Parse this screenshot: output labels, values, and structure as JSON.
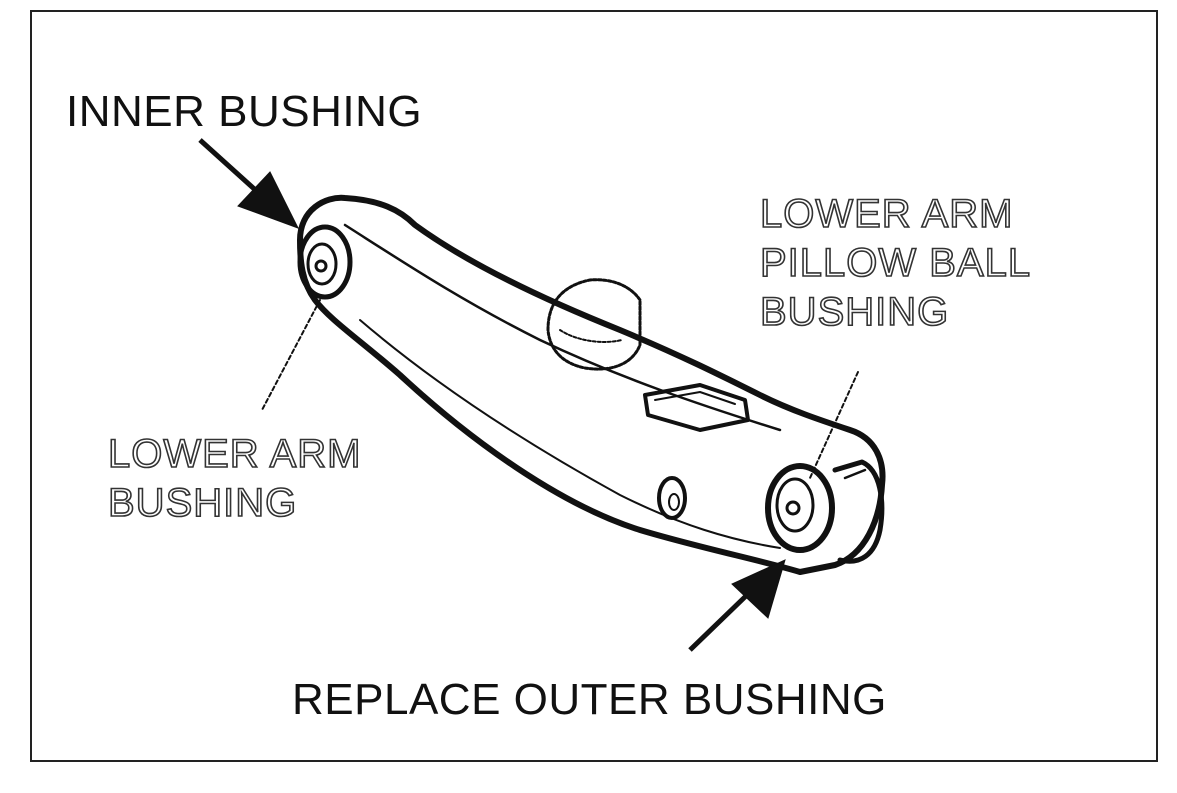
{
  "labels": {
    "inner_bushing": "INNER BUSHING",
    "replace_outer_bushing": "REPLACE OUTER BUSHING",
    "lower_arm_pillow_ball_bushing": "LOWER ARM\nPILLOW BALL\nBUSHING",
    "lower_arm_bushing": "LOWER ARM\nBUSHING"
  },
  "colors": {
    "line": "#111111",
    "background": "#ffffff"
  }
}
